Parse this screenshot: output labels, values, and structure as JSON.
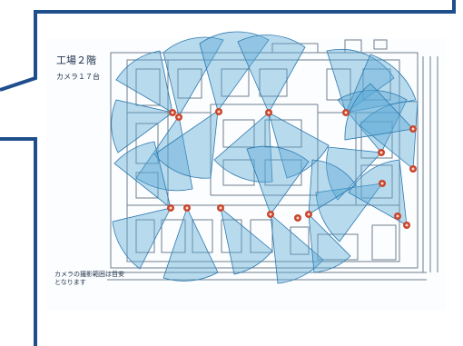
{
  "floor_plan": {
    "title": "工場２階",
    "camera_count_label": "カメラ１７台",
    "note": "カメラの撮影範囲は目安となります"
  },
  "colors": {
    "frame": "#1f4e8c",
    "coverage_fill": "#5aa9d6",
    "coverage_stroke": "#2d79b0",
    "camera_marker": "#c8452c",
    "walls": "#6f7f8e"
  },
  "icons": {
    "camera": "camera-marker-icon"
  }
}
